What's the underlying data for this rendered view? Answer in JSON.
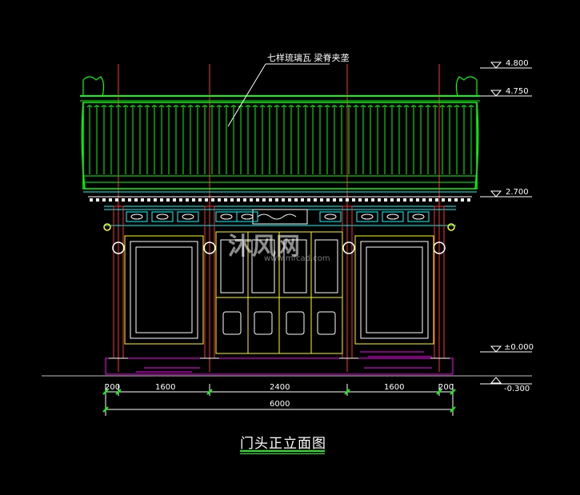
{
  "drawing": {
    "title": "门头正立面图",
    "roof_note": "七样琉璃瓦  梁脊夹垄",
    "watermark": "沐风网",
    "watermark_url": "www.mfcad.com",
    "elevations": {
      "e1": "4.800",
      "e2": "4.750",
      "e3": "2.700",
      "e4": "±0.000",
      "e5": "-0.300"
    },
    "dimensions": {
      "d1": "200",
      "d2": "1600",
      "d3": "2400",
      "d4": "1600",
      "d5": "200",
      "total": "6000"
    }
  }
}
